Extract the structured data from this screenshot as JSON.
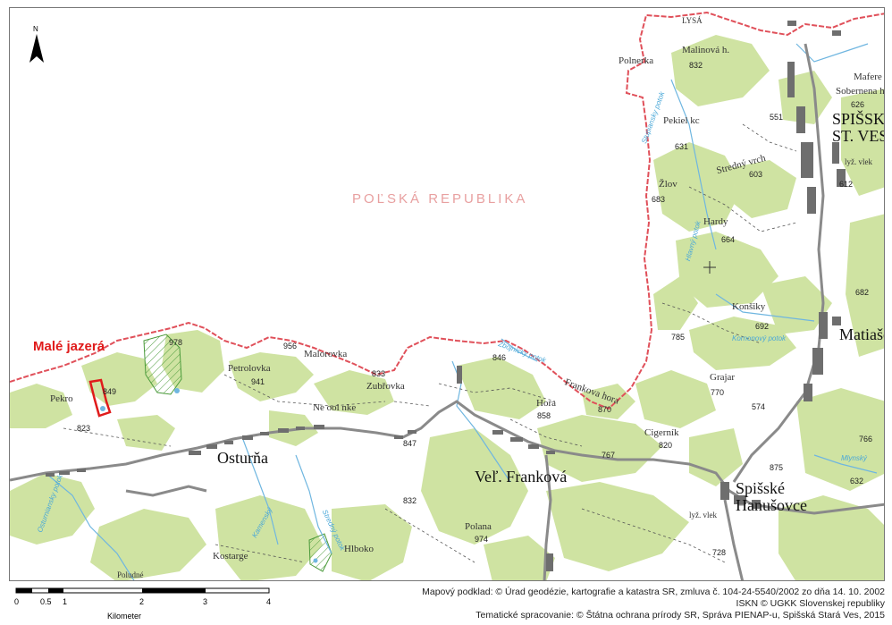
{
  "map": {
    "country_label": "POĽSKÁ REPUBLIKA",
    "site_label": "Malé jazerá",
    "north_label": "N",
    "towns": [
      "Osturňa",
      "Veľ. Franková",
      "Spišské",
      "Hanušovce",
      "Matiašo",
      "SPIŠSKÁ",
      "ST. VES"
    ],
    "places": [
      "Petrolovka",
      "Malorovka",
      "Zubřovka",
      "Ne ool nke",
      "Pekro",
      "Hora",
      "Frankova hora",
      "Cigerník",
      "Polana",
      "Hlboko",
      "Kostarge",
      "Hardy",
      "Konšiky",
      "Grajar",
      "Stredný vrch",
      "Žlov",
      "Pekiel kc",
      "Polnerka",
      "Malinová h.",
      "LYSÁ",
      "Sobernena h",
      "Mafere",
      "lyž. vlek",
      "lyž. vlek",
      "Poludné"
    ],
    "elevations": [
      "978",
      "956",
      "833",
      "846",
      "849",
      "823",
      "941",
      "847",
      "858",
      "870",
      "767",
      "820",
      "832",
      "974",
      "728",
      "785",
      "692",
      "664",
      "683",
      "631",
      "603",
      "551",
      "626",
      "832",
      "612",
      "574",
      "770",
      "682",
      "766",
      "632",
      "875"
    ],
    "streams": [
      "Osturniansky potok",
      "Kamenský",
      "Stredný potok",
      "Zbojnícky potok",
      "Kornonový potok",
      "Hlavný potok",
      "Stupiansky potok",
      "Mlynský"
    ]
  },
  "scalebar": {
    "ticks": [
      "0",
      "0.5",
      "1",
      "2",
      "3",
      "4"
    ],
    "unit": "Kilometer"
  },
  "credits": {
    "line1": "Mapový podklad: © Úrad geodézie, kartografie a katastra SR, zmluva č. 104-24-5540/2002 zo dňa 14. 10. 2002",
    "line2": "ISKN © UGKK Slovenskej republiky",
    "line3": "Tematické spracovanie: © Štátna ochrana prírody SR, Správa PIENAP-u, Spišská Stará Ves, 2015"
  },
  "colors": {
    "forest": "#cfe3a2",
    "border": "#e0505a",
    "site": "#e01b1b",
    "water": "#6fb6e0",
    "road": "#7c7c7c",
    "building": "#6e6e6e"
  }
}
